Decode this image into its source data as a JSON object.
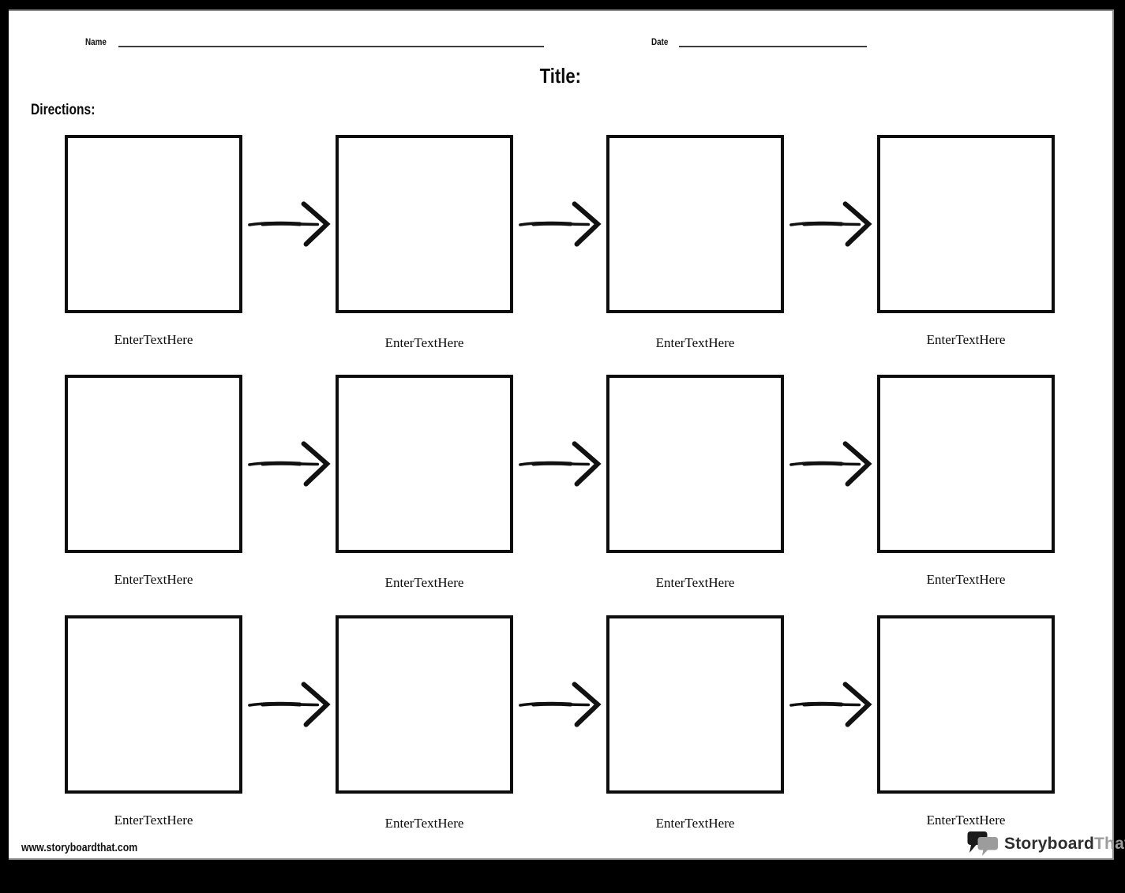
{
  "header": {
    "name_label": "Name",
    "date_label": "Date",
    "title_label": "Title:",
    "directions_label": "Directions:"
  },
  "diagram": {
    "rows": [
      {
        "labels": [
          "EnterTextHere",
          "EnterTextHere",
          "EnterTextHere",
          "EnterTextHere"
        ]
      },
      {
        "labels": [
          "EnterTextHere",
          "EnterTextHere",
          "EnterTextHere",
          "EnterTextHere"
        ]
      },
      {
        "labels": [
          "EnterTextHere",
          "EnterTextHere",
          "EnterTextHere",
          "EnterTextHere"
        ]
      }
    ]
  },
  "footer": {
    "url": "www.storyboardthat.com",
    "logo_storyboard": "Storyboard",
    "logo_that": "That"
  },
  "colors": {
    "box_border": "#0d0d0d",
    "fill_line": "#3d3d3d",
    "logo_dark": "#2e2e2e",
    "logo_gray": "#9c9c9c",
    "background": "#000000",
    "page": "#ffffff"
  }
}
